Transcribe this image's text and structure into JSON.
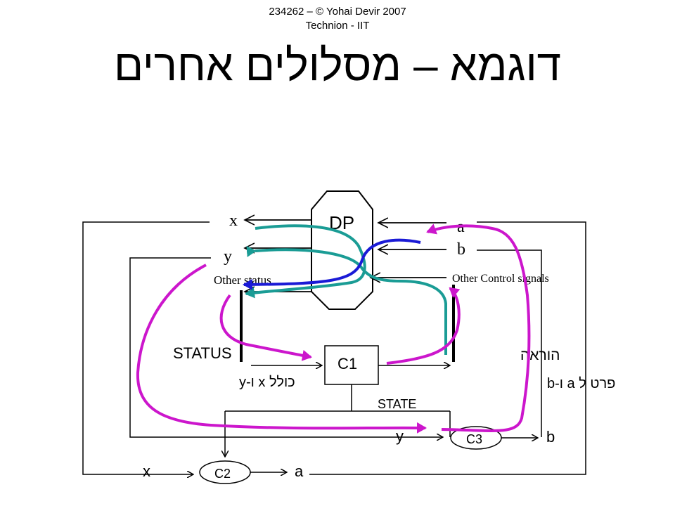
{
  "header": {
    "line1": "234262 – © Yohai Devir 2007",
    "line2": "Technion - IIT"
  },
  "title": "דוגמא – מסלולים אחרים",
  "diagram": {
    "datapath_label": "DP",
    "controller_label": "C1",
    "c2_label": "C2",
    "c3_label": "C3",
    "status_outputs": [
      "x",
      "y",
      "Other status"
    ],
    "control_inputs": [
      "a",
      "b",
      "Other Control signals"
    ],
    "status_label": "STATUS",
    "status_note": "כולל x ו-y",
    "instruction_label": "הוראה",
    "instruction_note": "פרט ל a ו-b",
    "state_label": "STATE",
    "c2_input": "x",
    "c2_output": "a",
    "c3_input": "y",
    "c3_output": "b"
  },
  "colors": {
    "lines": "#000000",
    "teal_path": "#1a9c95",
    "blue_path": "#1a1ad6",
    "magenta_path": "#cc16cc"
  }
}
